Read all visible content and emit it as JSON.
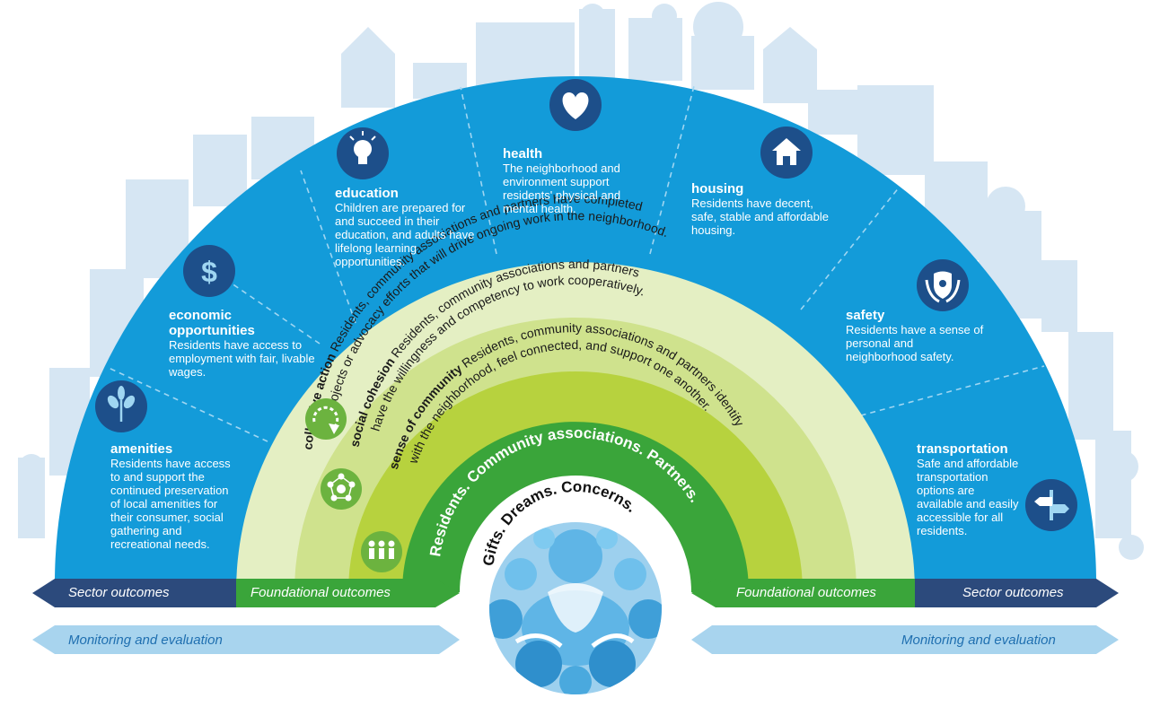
{
  "sectors": [
    {
      "key": "amenities",
      "icon": "tree-icon",
      "title": "amenities",
      "desc": "Residents have access to and support the continued preservation of local amenities for their consumer, social gathering and recreational needs."
    },
    {
      "key": "economic",
      "icon": "dollar-icon",
      "title": "economic opportunities",
      "desc": "Residents have access to employment with fair, livable wages."
    },
    {
      "key": "education",
      "icon": "lightbulb-icon",
      "title": "education",
      "desc": "Children are prepared for and succeed in their education, and adults have lifelong learning opportunities."
    },
    {
      "key": "health",
      "icon": "heart-icon",
      "title": "health",
      "desc": "The neighborhood and environment support residents' physical and mental health."
    },
    {
      "key": "housing",
      "icon": "house-icon",
      "title": "housing",
      "desc": "Residents have decent, safe, stable and affordable housing."
    },
    {
      "key": "safety",
      "icon": "shield-hands-icon",
      "title": "safety",
      "desc": "Residents have a sense of personal and neighborhood safety."
    },
    {
      "key": "transportation",
      "icon": "signpost-icon",
      "title": "transportation",
      "desc": "Safe and affordable transportation options are available and easily accessible for all residents."
    }
  ],
  "foundational": {
    "collective_action": {
      "title": "collective action",
      "line1": " Residents, community associations and partners have completed",
      "line2": "projects or advocacy efforts that will drive ongoing work in the neighborhood."
    },
    "social_cohesion": {
      "title": "social cohesion",
      "line1": " Residents, community associations and partners",
      "line2": "have the willingness and competency to work cooperatively."
    },
    "sense_of_community": {
      "title": "sense of community",
      "line1": " Residents, community associations and partners identify",
      "line2": "with the neighborhood, feel connected, and support one another."
    }
  },
  "center": {
    "arc_text": "Residents. Community associations. Partners.",
    "inner_text": "Gifts. Dreams. Concerns."
  },
  "bars": {
    "sector_left": "Sector outcomes",
    "foundational_left": "Foundational outcomes",
    "foundational_right": "Foundational outcomes",
    "sector_right": "Sector outcomes",
    "me_left": "Monitoring and evaluation",
    "me_right": "Monitoring and evaluation"
  },
  "colors": {
    "sector_blue": "#139bd9",
    "dark_navy": "#2c4a7c",
    "icon_navy": "#1d4f8a",
    "band_light": "#e4efc3",
    "band_mid": "#cfe28d",
    "band_dark": "#b7d23e",
    "green": "#3aa53a",
    "icon_green": "#6cb33f",
    "me_blue": "#a8d4ee",
    "skyline": "#d6e6f3"
  }
}
